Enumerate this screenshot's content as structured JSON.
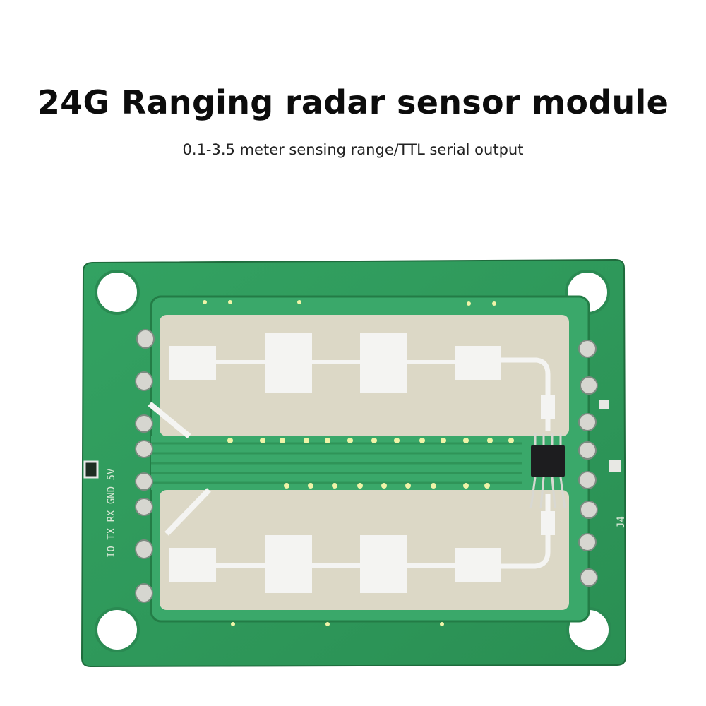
{
  "title": "24G Ranging radar sensor module",
  "subtitle": "0.1-3.5 meter sensing range/TTL serial output",
  "silkscreen": {
    "pin_labels": "IO TX RX GND 5V",
    "connector": "J4"
  },
  "colors": {
    "pcb": "#2f9a5a",
    "pcb_dark": "#237c46",
    "substrate": "#dcd8c6",
    "copper": "#f4f4f2"
  }
}
